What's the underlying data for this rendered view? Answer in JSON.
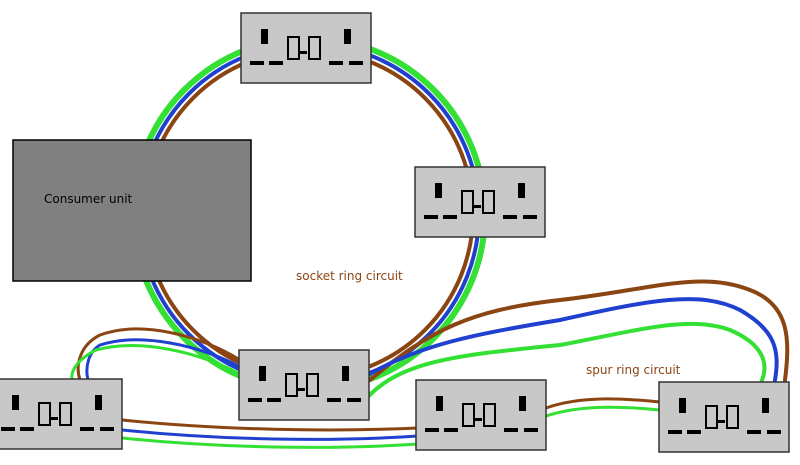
{
  "consumer_unit": {
    "label": "Consumer unit",
    "fill_color": "#808080"
  },
  "labels": {
    "socket_ring": "socket ring circuit",
    "spur_ring": "spur ring circuit",
    "label_color": "#8B4513"
  },
  "wire_colors": {
    "earth": "#33E033",
    "neutral": "#2040D0",
    "live": "#8B4513"
  },
  "socket": {
    "fill_color": "#C8C8C8",
    "glyph_color": "#000000",
    "icon": "double-socket-icon"
  }
}
